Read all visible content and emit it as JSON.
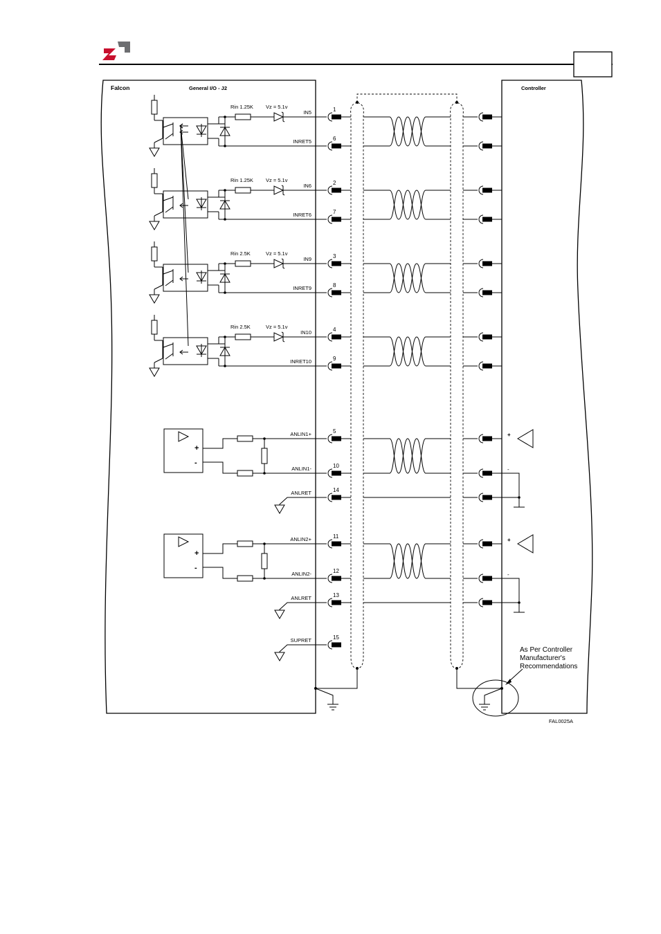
{
  "header": {
    "logo_icon": "elmo-logo-icon",
    "brand_color": "#c8102e",
    "page_number": ""
  },
  "panels": {
    "left_title": "Falcon",
    "connector_title": "General I/O - J2",
    "right_title": "Controller"
  },
  "digital_inputs": [
    {
      "rin": "Rin 1.25K",
      "vz": "Vz = 5.1v",
      "signal": "IN5",
      "pin": "1",
      "ret_signal": "INRET5",
      "ret_pin": "6"
    },
    {
      "rin": "Rin 1.25K",
      "vz": "Vz = 5.1v",
      "signal": "IN6",
      "pin": "2",
      "ret_signal": "INRET6",
      "ret_pin": "7"
    },
    {
      "rin": "Rin 2.5K",
      "vz": "Vz = 5.1v",
      "signal": "IN9",
      "pin": "3",
      "ret_signal": "INRET9",
      "ret_pin": "8"
    },
    {
      "rin": "Rin 2.5K",
      "vz": "Vz = 5.1v",
      "signal": "IN10",
      "pin": "4",
      "ret_signal": "INRET10",
      "ret_pin": "9"
    }
  ],
  "analog_inputs": [
    {
      "pos_signal": "ANLIN1+",
      "pos_pin": "5",
      "neg_signal": "ANLIN1-",
      "neg_pin": "10",
      "ret_signal": "ANLRET",
      "ret_pin": "14",
      "plus": "+",
      "minus": "-"
    },
    {
      "pos_signal": "ANLIN2+",
      "pos_pin": "11",
      "neg_signal": "ANLIN2-",
      "neg_pin": "12",
      "ret_signal": "ANLRET",
      "ret_pin": "13",
      "plus": "+",
      "minus": "-"
    }
  ],
  "supret": {
    "signal": "SUPRET",
    "pin": "15"
  },
  "note": [
    "As Per Controller",
    "Manufacturer's",
    "Recommendations"
  ],
  "figure_id": "FAL0025A"
}
